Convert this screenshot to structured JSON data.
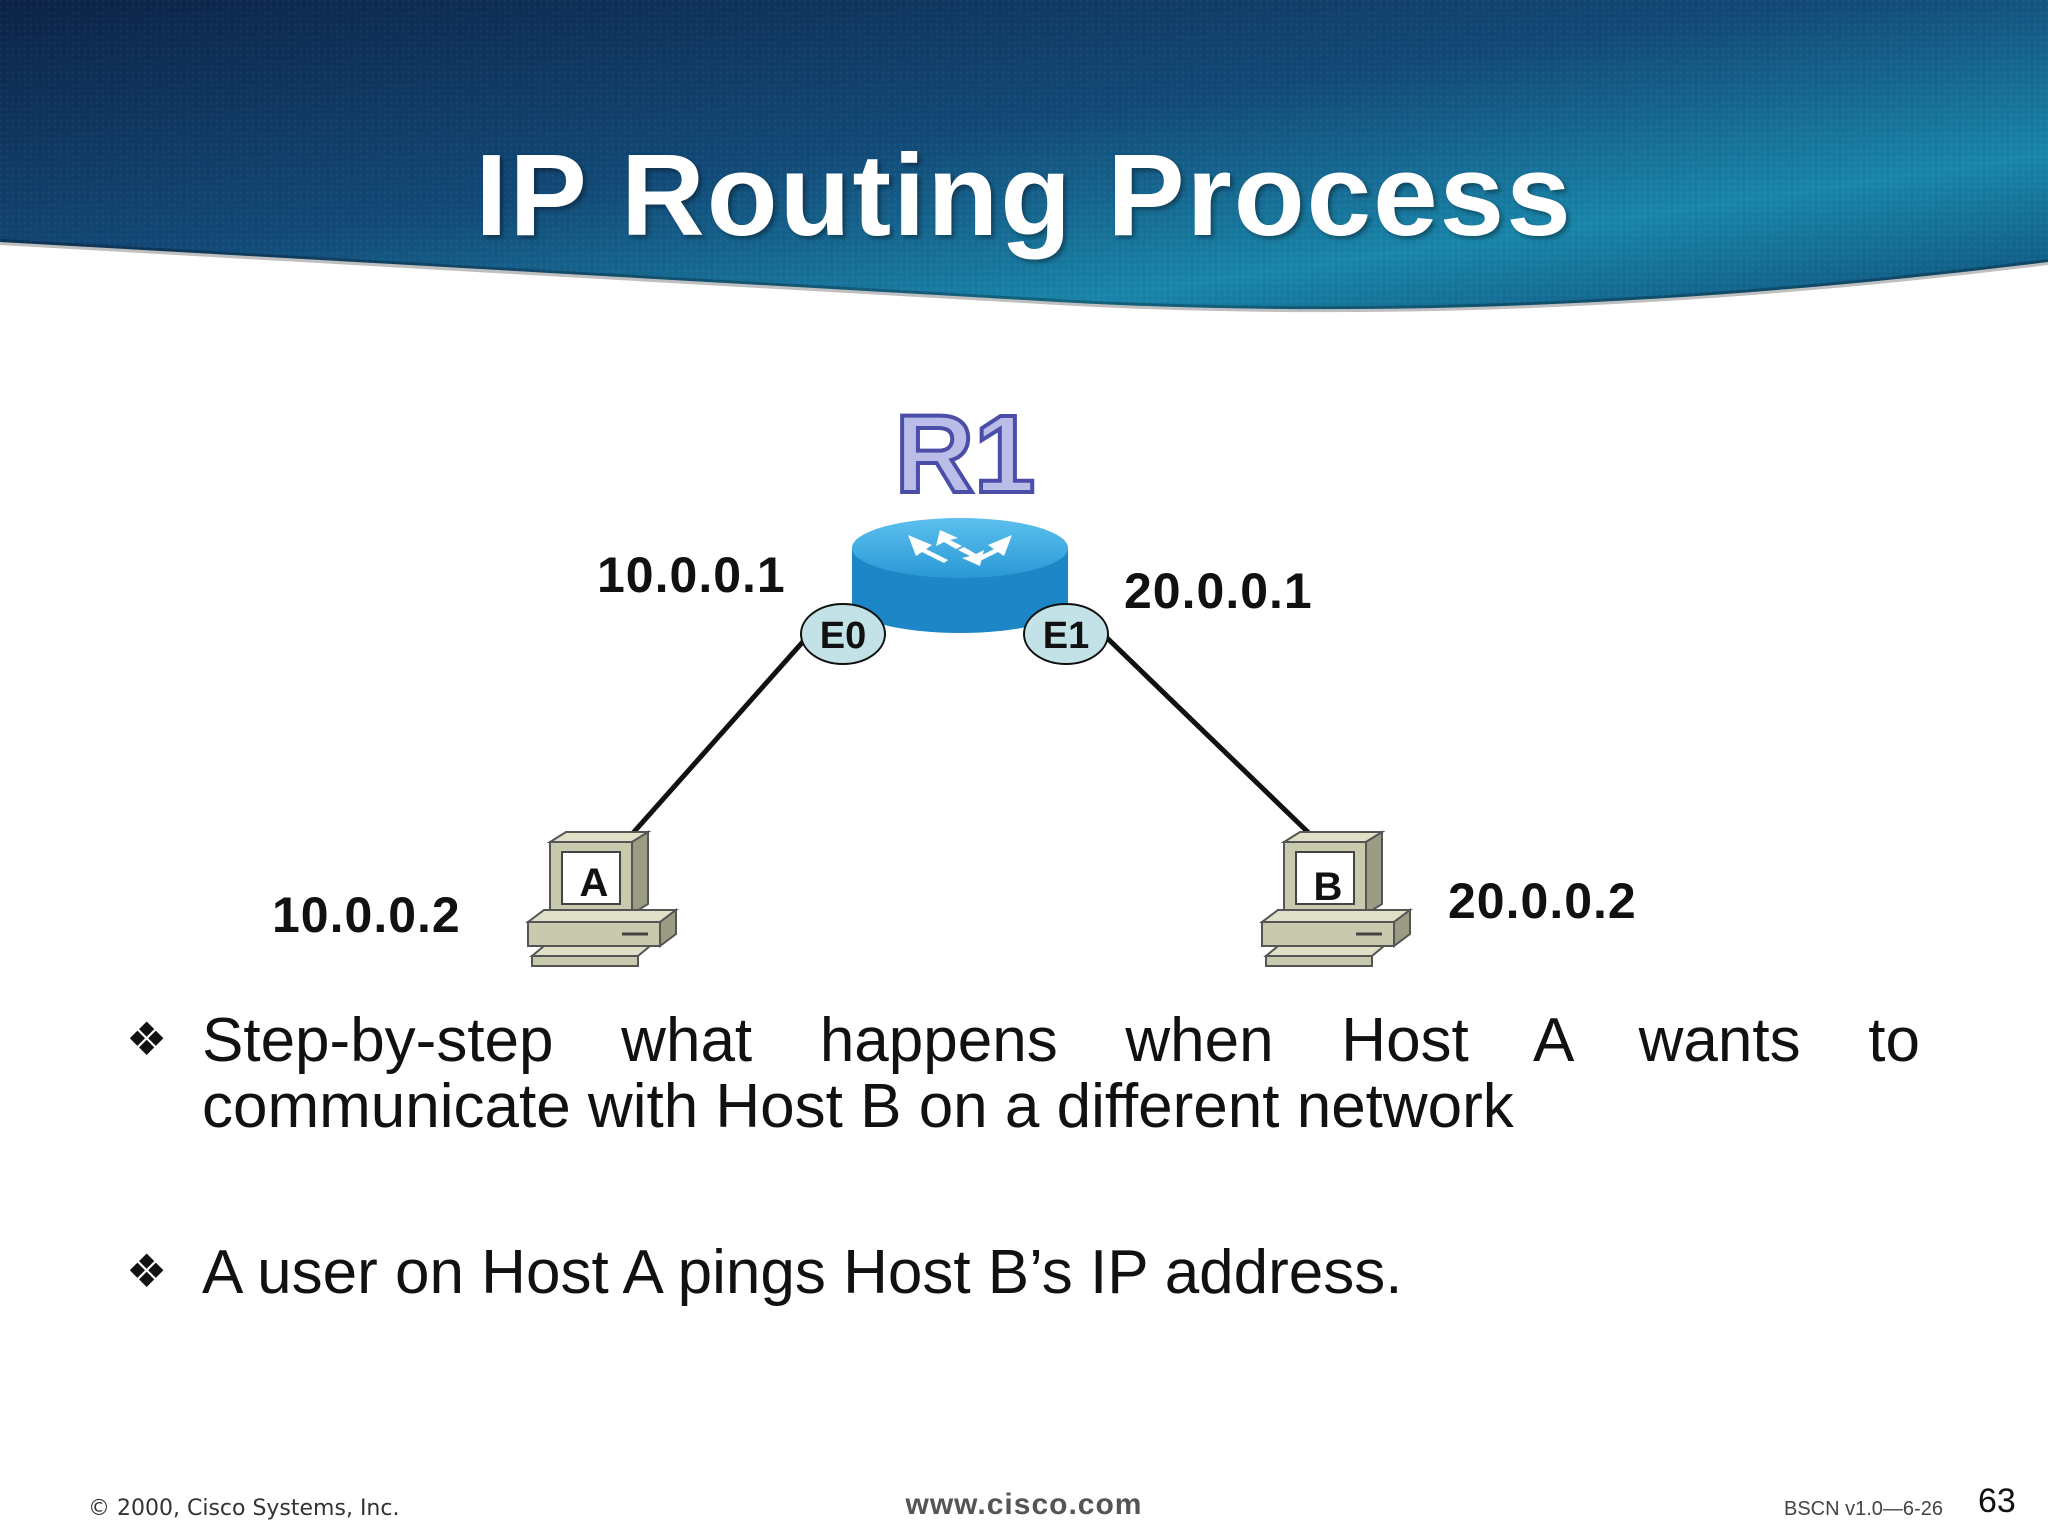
{
  "slide": {
    "title": "IP Routing Process",
    "page_number": "63"
  },
  "diagram": {
    "router": {
      "name": "R1",
      "interfaces": [
        {
          "label": "E0",
          "ip": "10.0.0.1"
        },
        {
          "label": "E1",
          "ip": "20.0.0.1"
        }
      ]
    },
    "hosts": [
      {
        "label": "A",
        "ip": "10.0.0.2"
      },
      {
        "label": "B",
        "ip": "20.0.0.2"
      }
    ]
  },
  "bullets": [
    "Step-by-step what happens when Host A wants to communicate with Host B on a different network",
    "A user on Host A pings Host B’s IP address."
  ],
  "footer": {
    "copyright": "© 2000, Cisco Systems, Inc.",
    "website": "www.cisco.com",
    "course": "BSCN v1.0—6-26"
  },
  "colors": {
    "header_dark": "#0d2a52",
    "header_light": "#1f8fb0",
    "router": "#2b9fd8",
    "interface_badge": "#bfe0e6"
  }
}
